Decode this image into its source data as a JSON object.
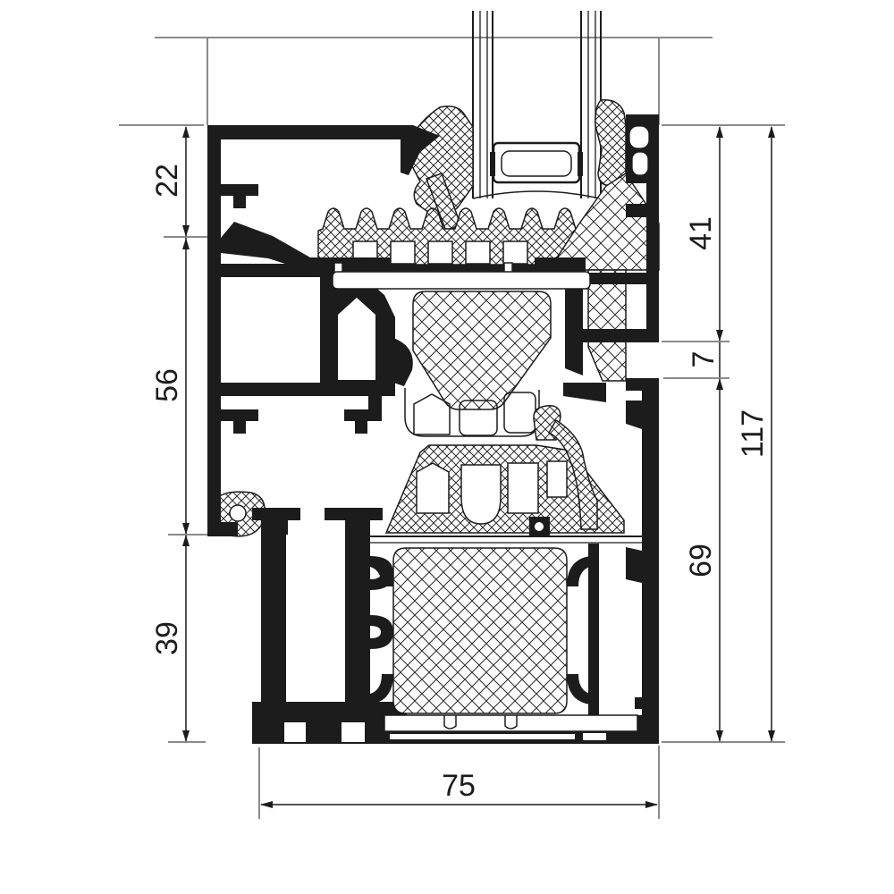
{
  "dims": {
    "left": [
      {
        "value": "22"
      },
      {
        "value": "56"
      },
      {
        "value": "39"
      }
    ],
    "right": [
      {
        "value": "41"
      },
      {
        "value": "7"
      },
      {
        "value": "69"
      },
      {
        "value": "117"
      }
    ],
    "bottom": [
      {
        "value": "75"
      }
    ]
  },
  "colors": {
    "ink": "#1c1c1c",
    "dim_line": "#8a8a8a",
    "background": "#ffffff"
  }
}
